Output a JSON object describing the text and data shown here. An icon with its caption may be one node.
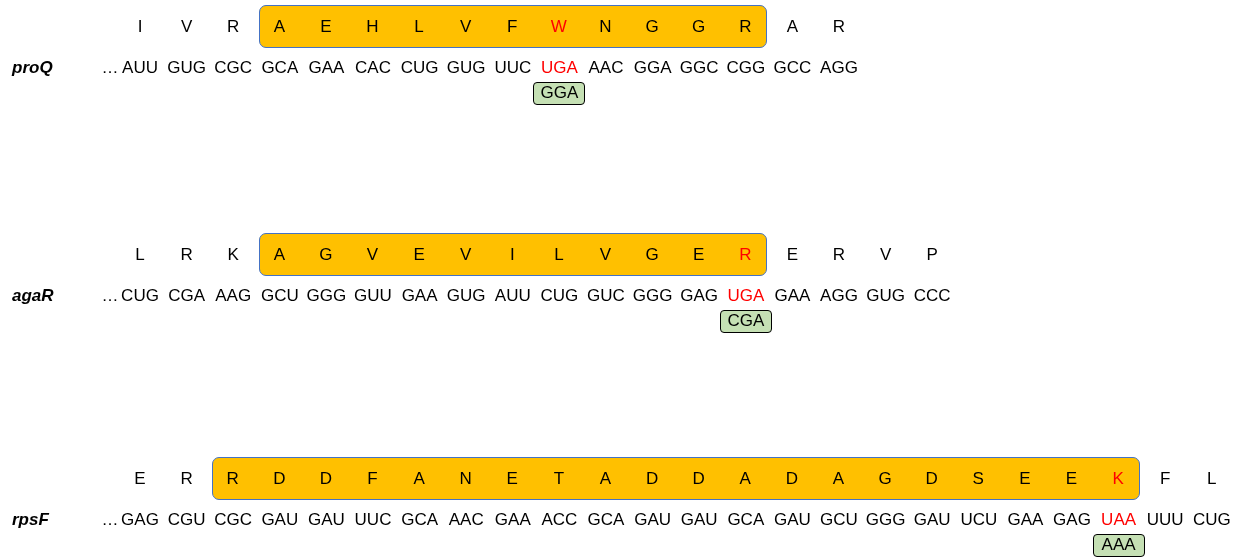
{
  "diagram": {
    "nodes": [
      {
        "text": [
          "A",
          "E",
          "H",
          "L",
          "V",
          "F",
          "W",
          "N",
          "G",
          "G",
          "R"
        ]
      },
      {
        "text": [
          "GGA"
        ]
      },
      {
        "text": [
          "A",
          "G",
          "V",
          "E",
          "V",
          "I",
          "L",
          "V",
          "G",
          "E",
          "R"
        ]
      },
      {
        "text": [
          "CGA"
        ]
      },
      {
        "text": [
          "R",
          "D",
          "D",
          "F",
          "A",
          "N",
          "E",
          "T",
          "A",
          "D",
          "D",
          "A",
          "D",
          "A",
          "G",
          "D",
          "S",
          "E",
          "E",
          "K"
        ]
      },
      {
        "text": [
          "AAA"
        ]
      }
    ],
    "labels": [
      "I",
      "V",
      "R",
      "A",
      "R",
      "proQ",
      "…",
      "AUU",
      "GUG",
      "CGC",
      "GCA",
      "GAA",
      "CAC",
      "CUG",
      "GUG",
      "UUC",
      "UGA",
      "AAC",
      "GGA",
      "GGC",
      "CGG",
      "GCC",
      "AGG",
      "L",
      "R",
      "K",
      "E",
      "R",
      "V",
      "P",
      "agaR",
      "…",
      "CUG",
      "CGA",
      "AAG",
      "GCU",
      "GGG",
      "GUU",
      "GAA",
      "GUG",
      "AUU",
      "CUG",
      "GUC",
      "GGG",
      "GAG",
      "UGA",
      "GAA",
      "AGG",
      "GUG",
      "CCC",
      "E",
      "R",
      "F",
      "L",
      "rpsF",
      "…",
      "GAG",
      "CGU",
      "CGC",
      "GAU",
      "GAU",
      "UUC",
      "GCA",
      "AAC",
      "GAA",
      "ACC",
      "GCA",
      "GAU",
      "GAU",
      "GCA",
      "GAU",
      "GCU",
      "GGG",
      "GAU",
      "UCU",
      "GAA",
      "GAG",
      "UAA",
      "UUU",
      "CUG"
    ]
  }
}
